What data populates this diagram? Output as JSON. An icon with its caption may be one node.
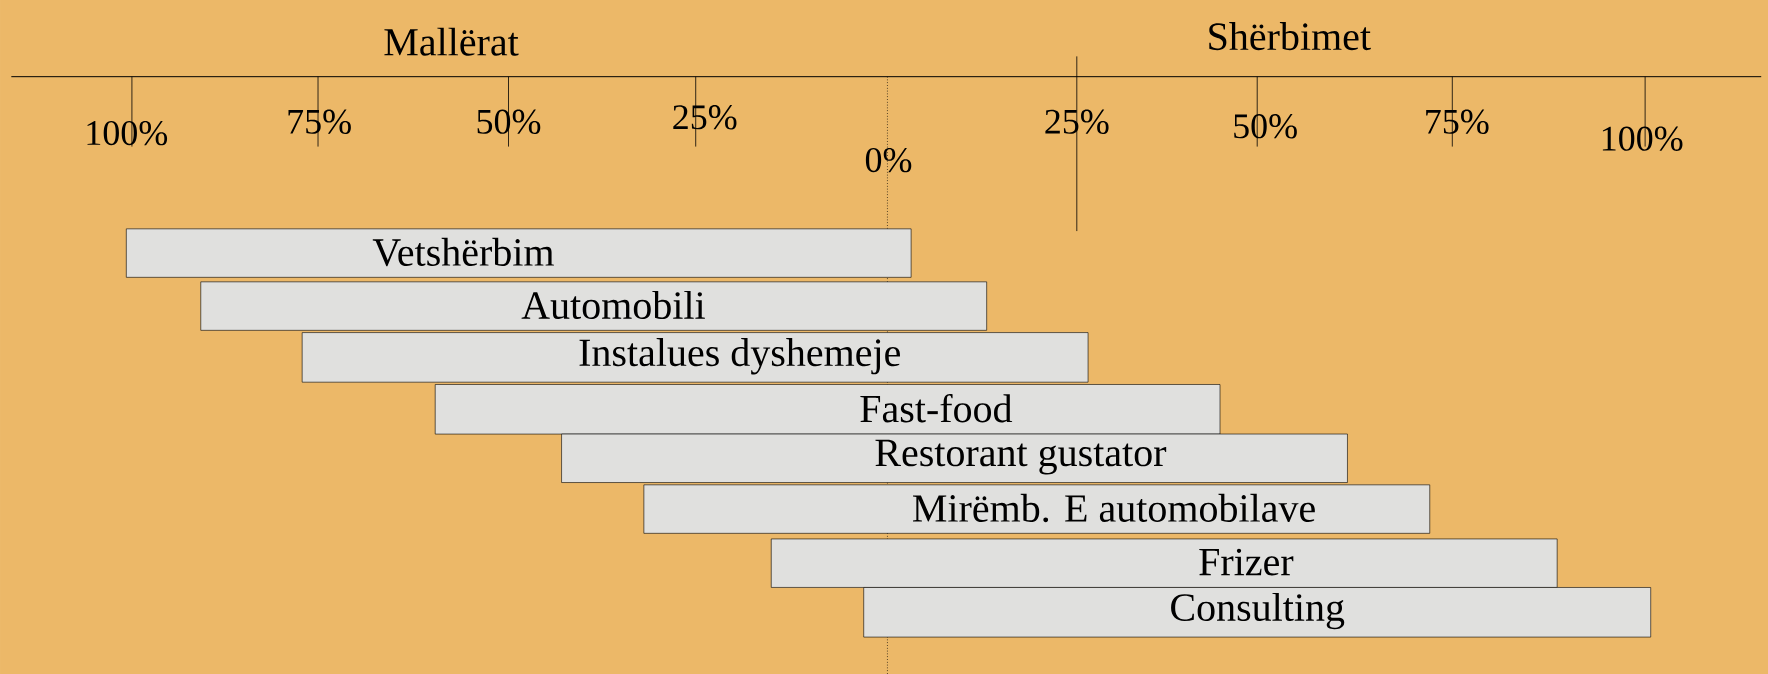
{
  "diagram": {
    "nodes": [
      {
        "text": [
          "Vetshërbim"
        ]
      },
      {
        "text": [
          "Automobili"
        ]
      },
      {
        "text": [
          "Instalues dyshemeje"
        ]
      },
      {
        "text": [
          "Fast-food"
        ]
      },
      {
        "text": [
          "Restorant gustator"
        ]
      },
      {
        "text": [
          "Mirëmb. E automobilave"
        ]
      },
      {
        "text": [
          "Frizer"
        ]
      },
      {
        "text": [
          "Consulting"
        ]
      }
    ],
    "labels": [
      "Mallërat",
      "Shërbimet",
      "100%",
      "75%",
      "50%",
      "25%",
      "0%",
      "25%",
      "50%",
      "75%",
      "100%"
    ]
  }
}
